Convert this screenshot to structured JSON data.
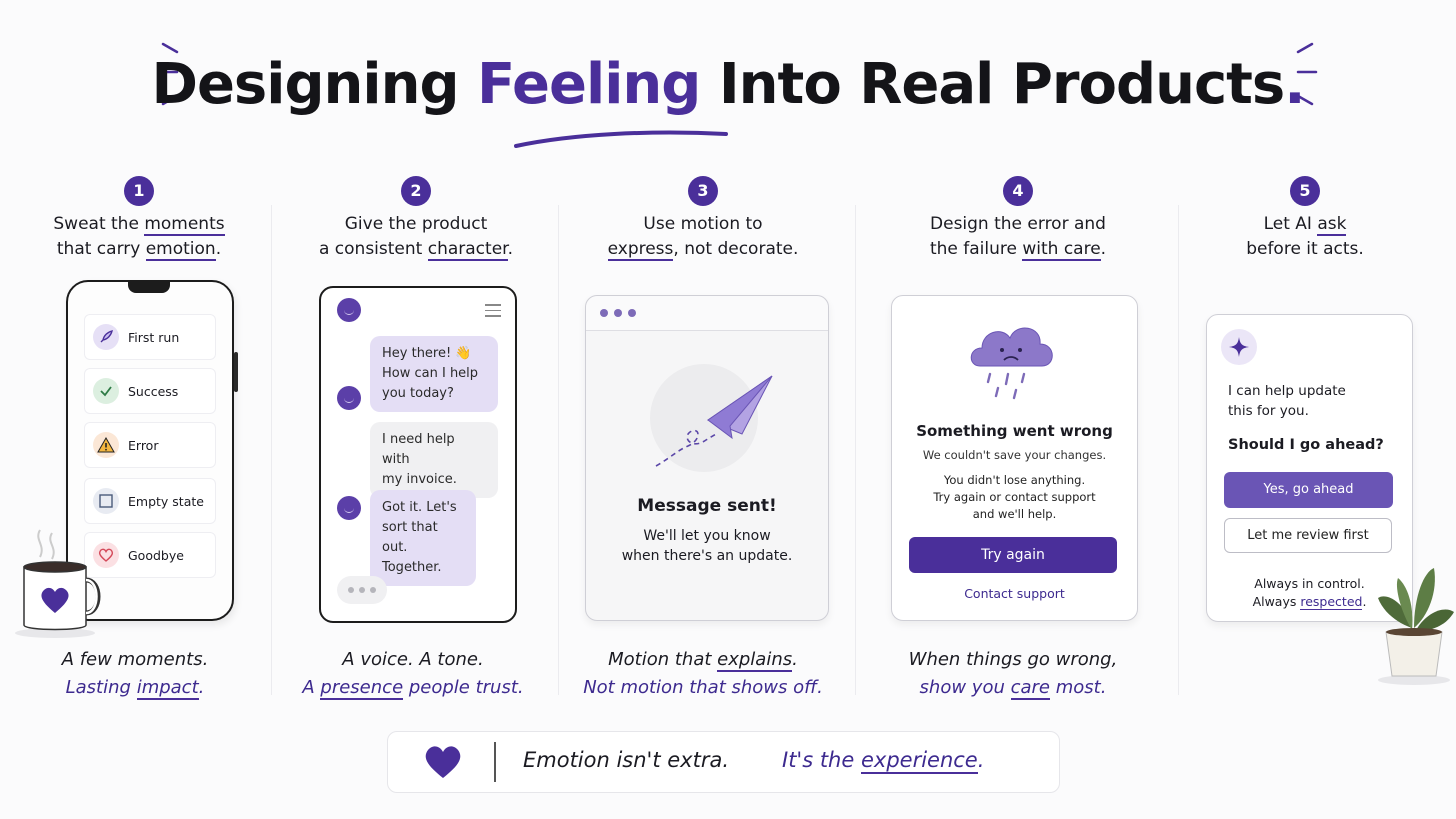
{
  "title": {
    "part1": "Designing",
    "highlight": "Feeling",
    "part2": "Into Real Products",
    "dot": "."
  },
  "columns": [
    {
      "num": "1",
      "head_pre": "Sweat the ",
      "head_u1": "moments",
      "head_mid": "that carry ",
      "head_u2": "emotion",
      "head_post": ".",
      "cap1": "A few moments.",
      "cap2_pre": "Lasting ",
      "cap2_u": "impact",
      "cap2_post": "."
    },
    {
      "num": "2",
      "head_pre": "Give the product",
      "head_mid": "a consistent ",
      "head_u2": "character",
      "head_post": ".",
      "cap1": "A voice. A tone.",
      "cap2_pre": "A ",
      "cap2_u": "presence",
      "cap2_post": " people trust."
    },
    {
      "num": "3",
      "head_pre": "Use motion to",
      "head_u2": "express",
      "head_post": ", not decorate.",
      "cap1_pre": "Motion that ",
      "cap1_u": "explains",
      "cap1_post": ".",
      "cap2": "Not motion that shows off."
    },
    {
      "num": "4",
      "head_pre": "Design the error and",
      "head_mid": "the failure ",
      "head_u2": "with care",
      "head_post": ".",
      "cap1": "When things go wrong,",
      "cap2_pre": "show you ",
      "cap2_u": "care",
      "cap2_post": " most."
    },
    {
      "num": "5",
      "head_pre": "Let AI ",
      "head_u1": "ask",
      "head_mid": "before it acts."
    }
  ],
  "phone1": {
    "items": [
      {
        "label": "First run",
        "icon": "rocket-icon",
        "color": "#e6e0f6"
      },
      {
        "label": "Success",
        "icon": "check-icon",
        "color": "#dcefe0"
      },
      {
        "label": "Error",
        "icon": "warning-icon",
        "color": "#fbe7d6"
      },
      {
        "label": "Empty state",
        "icon": "empty-box-icon",
        "color": "#e8ebf2"
      },
      {
        "label": "Goodbye",
        "icon": "heart-icon",
        "color": "#fbe0e3"
      }
    ]
  },
  "chat": {
    "bot1": "Hey there! 👋",
    "bot1b": "How can I help",
    "bot1c": "you today?",
    "user1": "I need help with",
    "user1b": "my invoice.",
    "bot2": "Got it. Let's",
    "bot2b": "sort that out.",
    "bot2c": "Together."
  },
  "card3": {
    "heading": "Message sent!",
    "line1": "We'll let you know",
    "line2": "when there's an update."
  },
  "card4": {
    "heading": "Something went wrong",
    "sub": "We couldn't save your changes.",
    "p1": "You didn't lose anything.",
    "p2": "Try again or contact support",
    "p3": "and we'll help.",
    "primary": "Try again",
    "link": "Contact support"
  },
  "card5": {
    "line1": "I can help update",
    "line2": "this for you.",
    "question": "Should I go ahead?",
    "primary": "Yes, go ahead",
    "secondary": "Let me review first",
    "foot1": "Always in control.",
    "foot2_pre": "Always ",
    "foot2_u": "respected",
    "foot2_post": "."
  },
  "footer": {
    "text1": "Emotion isn't extra.",
    "text2_pre": "It's the ",
    "text2_u": "experience",
    "text2_post": "."
  },
  "colors": {
    "accent": "#4a2f9a",
    "accent_light": "#e4def5"
  }
}
